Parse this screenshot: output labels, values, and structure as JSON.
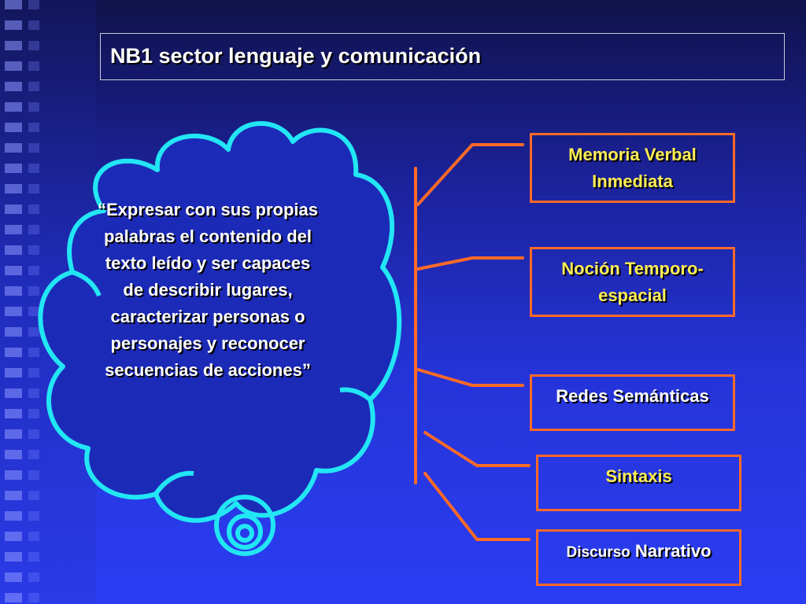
{
  "slide": {
    "title": "NB1 sector lenguaje y comunicación"
  },
  "cloud": {
    "text": "“Expresar con sus propias palabras el contenido del texto leído y ser capaces de describir lugares, caracterizar personas o personajes y reconocer secuencias de acciones”"
  },
  "branches": [
    {
      "label_line1": "Memoria Verbal",
      "label_line2": "Inmediata"
    },
    {
      "label_line1": "Noción Temporo-",
      "label_line2": "espacial"
    },
    {
      "label": "Redes Semánticas"
    },
    {
      "label": "Sintaxis"
    },
    {
      "label_part1": "Discurso",
      "label_part2": "Narrativo"
    }
  ],
  "colors": {
    "cloud_outline": "#22e6f4",
    "connector": "#ff6a28",
    "box_border": "#ff6a28",
    "label_yellow": "#ffee55",
    "label_white": "#ffffff"
  }
}
